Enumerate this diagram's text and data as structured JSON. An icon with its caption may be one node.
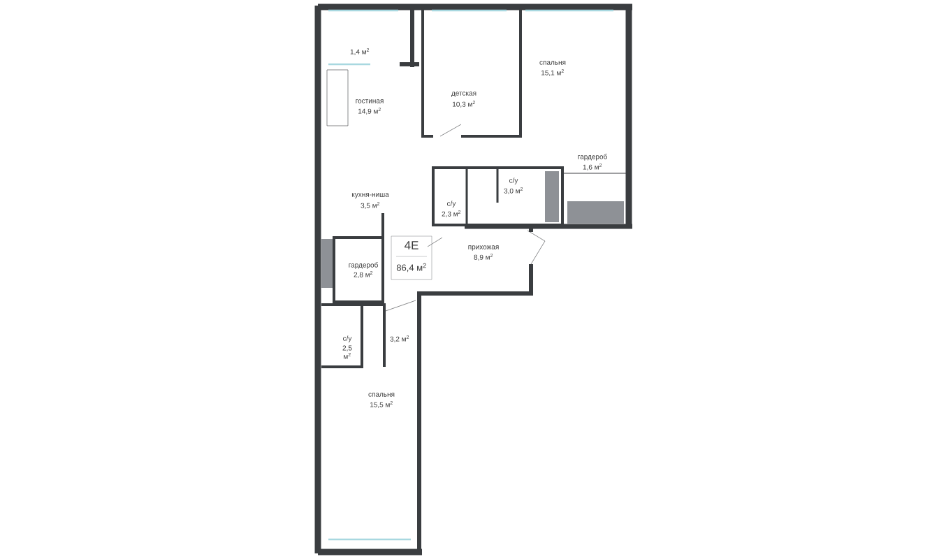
{
  "diagram": {
    "nodes": [
      {
        "text": [
          "4E",
          "86,4 м$^{2}$"
        ]
      }
    ],
    "labels": [
      "1,4 м$^{2}$",
      "спальня",
      "15,1 м$^{2}$",
      "гостиная",
      "14,9 м$^{2}$",
      "детская",
      "10,3 м$^{2}$",
      "гардероб",
      "1,6 м$^{2}$",
      "с/у",
      "3,0 м$^{2}$",
      "кухня-ниша",
      "3,5 м$^{2}$",
      "с/у",
      "2,3 м$^{2}$",
      "прихожая",
      "8,9 м$^{2}$",
      "гардероб",
      "2,8 м$^{2}$",
      "3,2 м$^{2}$",
      "с/у",
      "2,5 м$^{2}$",
      "спальня",
      "15,5 м$^{2}$"
    ]
  }
}
